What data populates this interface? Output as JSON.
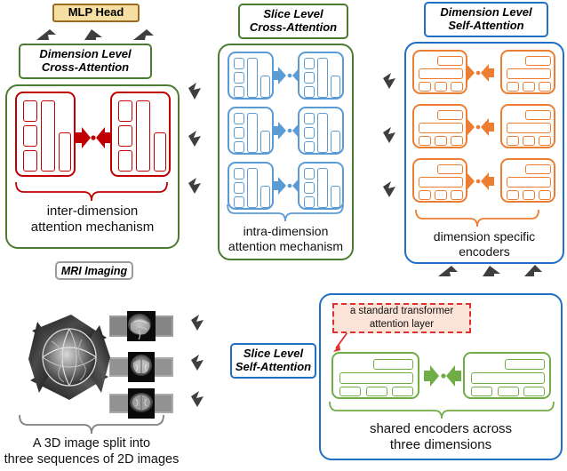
{
  "figure": {
    "title": "MRI multi-dimensional transformer attention architecture diagram",
    "colors": {
      "green": "#4b7d31",
      "blue": "#1f6fc4",
      "red": "#c00000",
      "orange": "#ed7d31",
      "light_blue": "#5b9bd5",
      "light_green": "#70ad47",
      "gold": "#f6dfa2",
      "gold_border": "#9c6b1e",
      "gray_arrow": "#3f3f3f",
      "callout_bg": "#fbe3d8",
      "callout_border": "#e03030"
    }
  },
  "mlp_head": {
    "label": "MLP Head"
  },
  "dimension_level_cross_attention": {
    "title_line1": "Dimension Level",
    "title_line2": "Cross-Attention",
    "caption_line1": "inter-dimension",
    "caption_line2": "attention mechanism",
    "block_color": "#c00000",
    "block_count": 2,
    "orientation": "vertical"
  },
  "slice_level_cross_attention": {
    "title_line1": "Slice Level",
    "title_line2": "Cross-Attention",
    "caption_line1": "intra-dimension",
    "caption_line2": "attention mechanism",
    "block_color": "#5b9bd5",
    "rows": 3,
    "blocks_per_row": 2,
    "orientation": "vertical"
  },
  "dimension_level_self_attention": {
    "title_line1": "Dimension Level",
    "title_line2": "Self-Attention",
    "caption_line1": "dimension specific",
    "caption_line2": "encoders",
    "block_color": "#ed7d31",
    "rows": 3,
    "blocks_per_row": 2,
    "orientation": "horizontal"
  },
  "slice_level_self_attention": {
    "title_line1": "Slice Level",
    "title_line2": "Self-Attention",
    "caption_line1": "shared encoders across",
    "caption_line2": "three dimensions",
    "block_color": "#70ad47",
    "blocks": 2,
    "orientation": "horizontal",
    "callout_line1": "a standard transformer",
    "callout_line2": "attention layer"
  },
  "mri_imaging": {
    "label": "MRI Imaging",
    "caption_line1": "A 3D image split into",
    "caption_line2": "three sequences of 2D images",
    "slice_views": [
      "sagittal",
      "coronal",
      "axial"
    ]
  }
}
